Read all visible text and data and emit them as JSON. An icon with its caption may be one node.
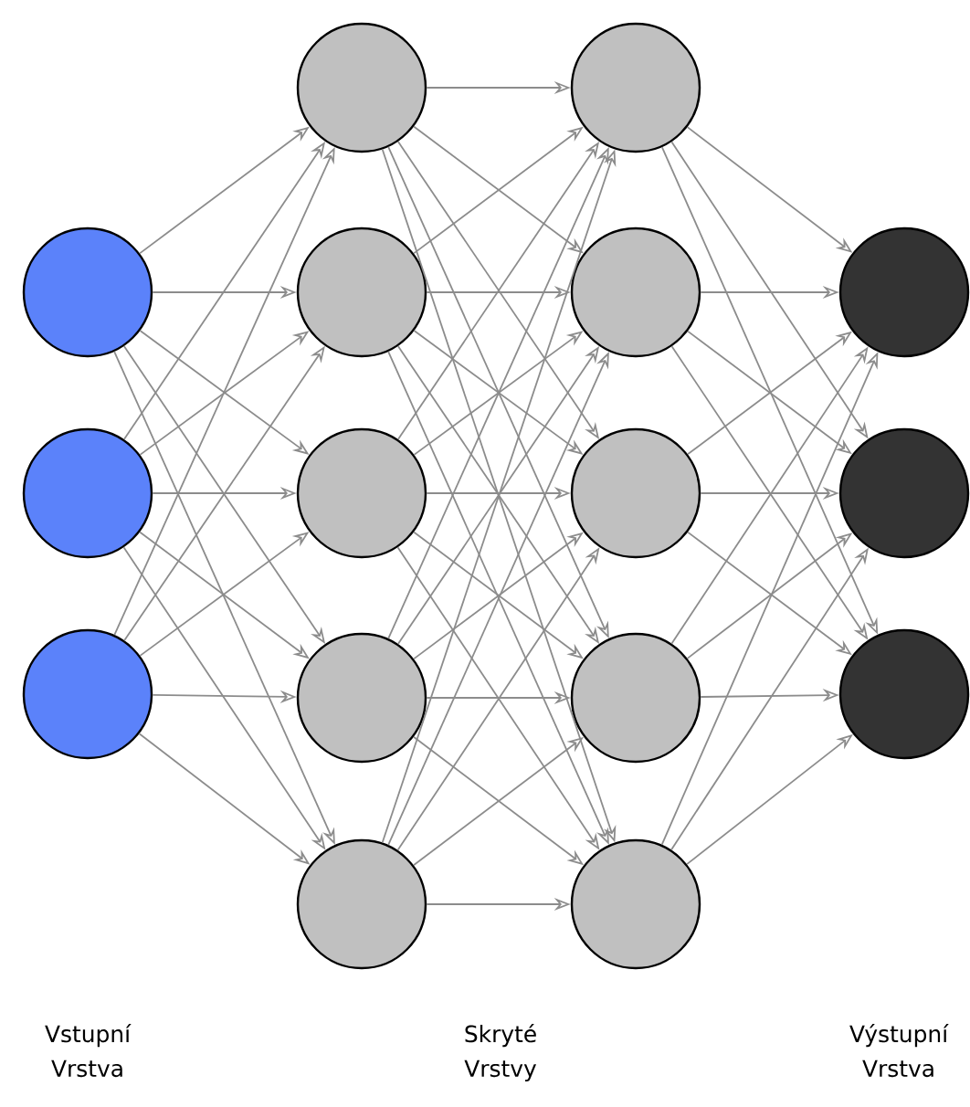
{
  "diagram": {
    "nodes": [
      {
        "text": [],
        "shape": "circle"
      },
      {
        "text": [],
        "shape": "circle"
      },
      {
        "text": [],
        "shape": "circle"
      },
      {
        "text": [],
        "shape": "circle"
      },
      {
        "text": [],
        "shape": "circle"
      },
      {
        "text": [],
        "shape": "circle"
      },
      {
        "text": [],
        "shape": "circle"
      },
      {
        "text": [],
        "shape": "circle"
      },
      {
        "text": [],
        "shape": "circle"
      },
      {
        "text": [],
        "shape": "circle"
      },
      {
        "text": [],
        "shape": "circle"
      },
      {
        "text": [],
        "shape": "circle"
      },
      {
        "text": [],
        "shape": "circle"
      },
      {
        "text": [],
        "shape": "circle"
      },
      {
        "text": [],
        "shape": "circle"
      },
      {
        "text": [],
        "shape": "circle"
      }
    ],
    "edges": [
      {
        "from": 0,
        "to": 3,
        "arrow": "to"
      },
      {
        "from": 0,
        "to": 4,
        "arrow": "to"
      },
      {
        "from": 0,
        "to": 5,
        "arrow": "to"
      },
      {
        "from": 0,
        "to": 6,
        "arrow": "to"
      },
      {
        "from": 0,
        "to": 7,
        "arrow": "to"
      },
      {
        "from": 1,
        "to": 3,
        "arrow": "to"
      },
      {
        "from": 1,
        "to": 4,
        "arrow": "to"
      },
      {
        "from": 1,
        "to": 5,
        "arrow": "to"
      },
      {
        "from": 1,
        "to": 6,
        "arrow": "to"
      },
      {
        "from": 1,
        "to": 7,
        "arrow": "to"
      },
      {
        "from": 2,
        "to": 3,
        "arrow": "to"
      },
      {
        "from": 2,
        "to": 4,
        "arrow": "to"
      },
      {
        "from": 2,
        "to": 5,
        "arrow": "to"
      },
      {
        "from": 2,
        "to": 6,
        "arrow": "to"
      },
      {
        "from": 2,
        "to": 7,
        "arrow": "to"
      },
      {
        "from": 3,
        "to": 8,
        "arrow": "to"
      },
      {
        "from": 3,
        "to": 9,
        "arrow": "to"
      },
      {
        "from": 3,
        "to": 10,
        "arrow": "to"
      },
      {
        "from": 3,
        "to": 11,
        "arrow": "to"
      },
      {
        "from": 3,
        "to": 12,
        "arrow": "to"
      },
      {
        "from": 4,
        "to": 8,
        "arrow": "to"
      },
      {
        "from": 4,
        "to": 9,
        "arrow": "to"
      },
      {
        "from": 4,
        "to": 10,
        "arrow": "to"
      },
      {
        "from": 4,
        "to": 11,
        "arrow": "to"
      },
      {
        "from": 4,
        "to": 12,
        "arrow": "to"
      },
      {
        "from": 5,
        "to": 8,
        "arrow": "to"
      },
      {
        "from": 5,
        "to": 9,
        "arrow": "to"
      },
      {
        "from": 5,
        "to": 10,
        "arrow": "to"
      },
      {
        "from": 5,
        "to": 11,
        "arrow": "to"
      },
      {
        "from": 5,
        "to": 12,
        "arrow": "to"
      },
      {
        "from": 6,
        "to": 8,
        "arrow": "to"
      },
      {
        "from": 6,
        "to": 9,
        "arrow": "to"
      },
      {
        "from": 6,
        "to": 10,
        "arrow": "to"
      },
      {
        "from": 6,
        "to": 11,
        "arrow": "to"
      },
      {
        "from": 6,
        "to": 12,
        "arrow": "to"
      },
      {
        "from": 7,
        "to": 8,
        "arrow": "to"
      },
      {
        "from": 7,
        "to": 9,
        "arrow": "to"
      },
      {
        "from": 7,
        "to": 10,
        "arrow": "to"
      },
      {
        "from": 7,
        "to": 11,
        "arrow": "to"
      },
      {
        "from": 7,
        "to": 12,
        "arrow": "to"
      },
      {
        "from": 8,
        "to": 13,
        "arrow": "to"
      },
      {
        "from": 8,
        "to": 14,
        "arrow": "to"
      },
      {
        "from": 8,
        "to": 15,
        "arrow": "to"
      },
      {
        "from": 9,
        "to": 13,
        "arrow": "to"
      },
      {
        "from": 9,
        "to": 14,
        "arrow": "to"
      },
      {
        "from": 9,
        "to": 15,
        "arrow": "to"
      },
      {
        "from": 10,
        "to": 13,
        "arrow": "to"
      },
      {
        "from": 10,
        "to": 14,
        "arrow": "to"
      },
      {
        "from": 10,
        "to": 15,
        "arrow": "to"
      },
      {
        "from": 11,
        "to": 13,
        "arrow": "to"
      },
      {
        "from": 11,
        "to": 14,
        "arrow": "to"
      },
      {
        "from": 11,
        "to": 15,
        "arrow": "to"
      },
      {
        "from": 12,
        "to": 13,
        "arrow": "to"
      },
      {
        "from": 12,
        "to": 14,
        "arrow": "to"
      },
      {
        "from": 12,
        "to": 15,
        "arrow": "to"
      }
    ],
    "labels": [
      "Vstupní Vrstva",
      "Skryté Vrstvy",
      "Výstupní Vrstva"
    ]
  }
}
